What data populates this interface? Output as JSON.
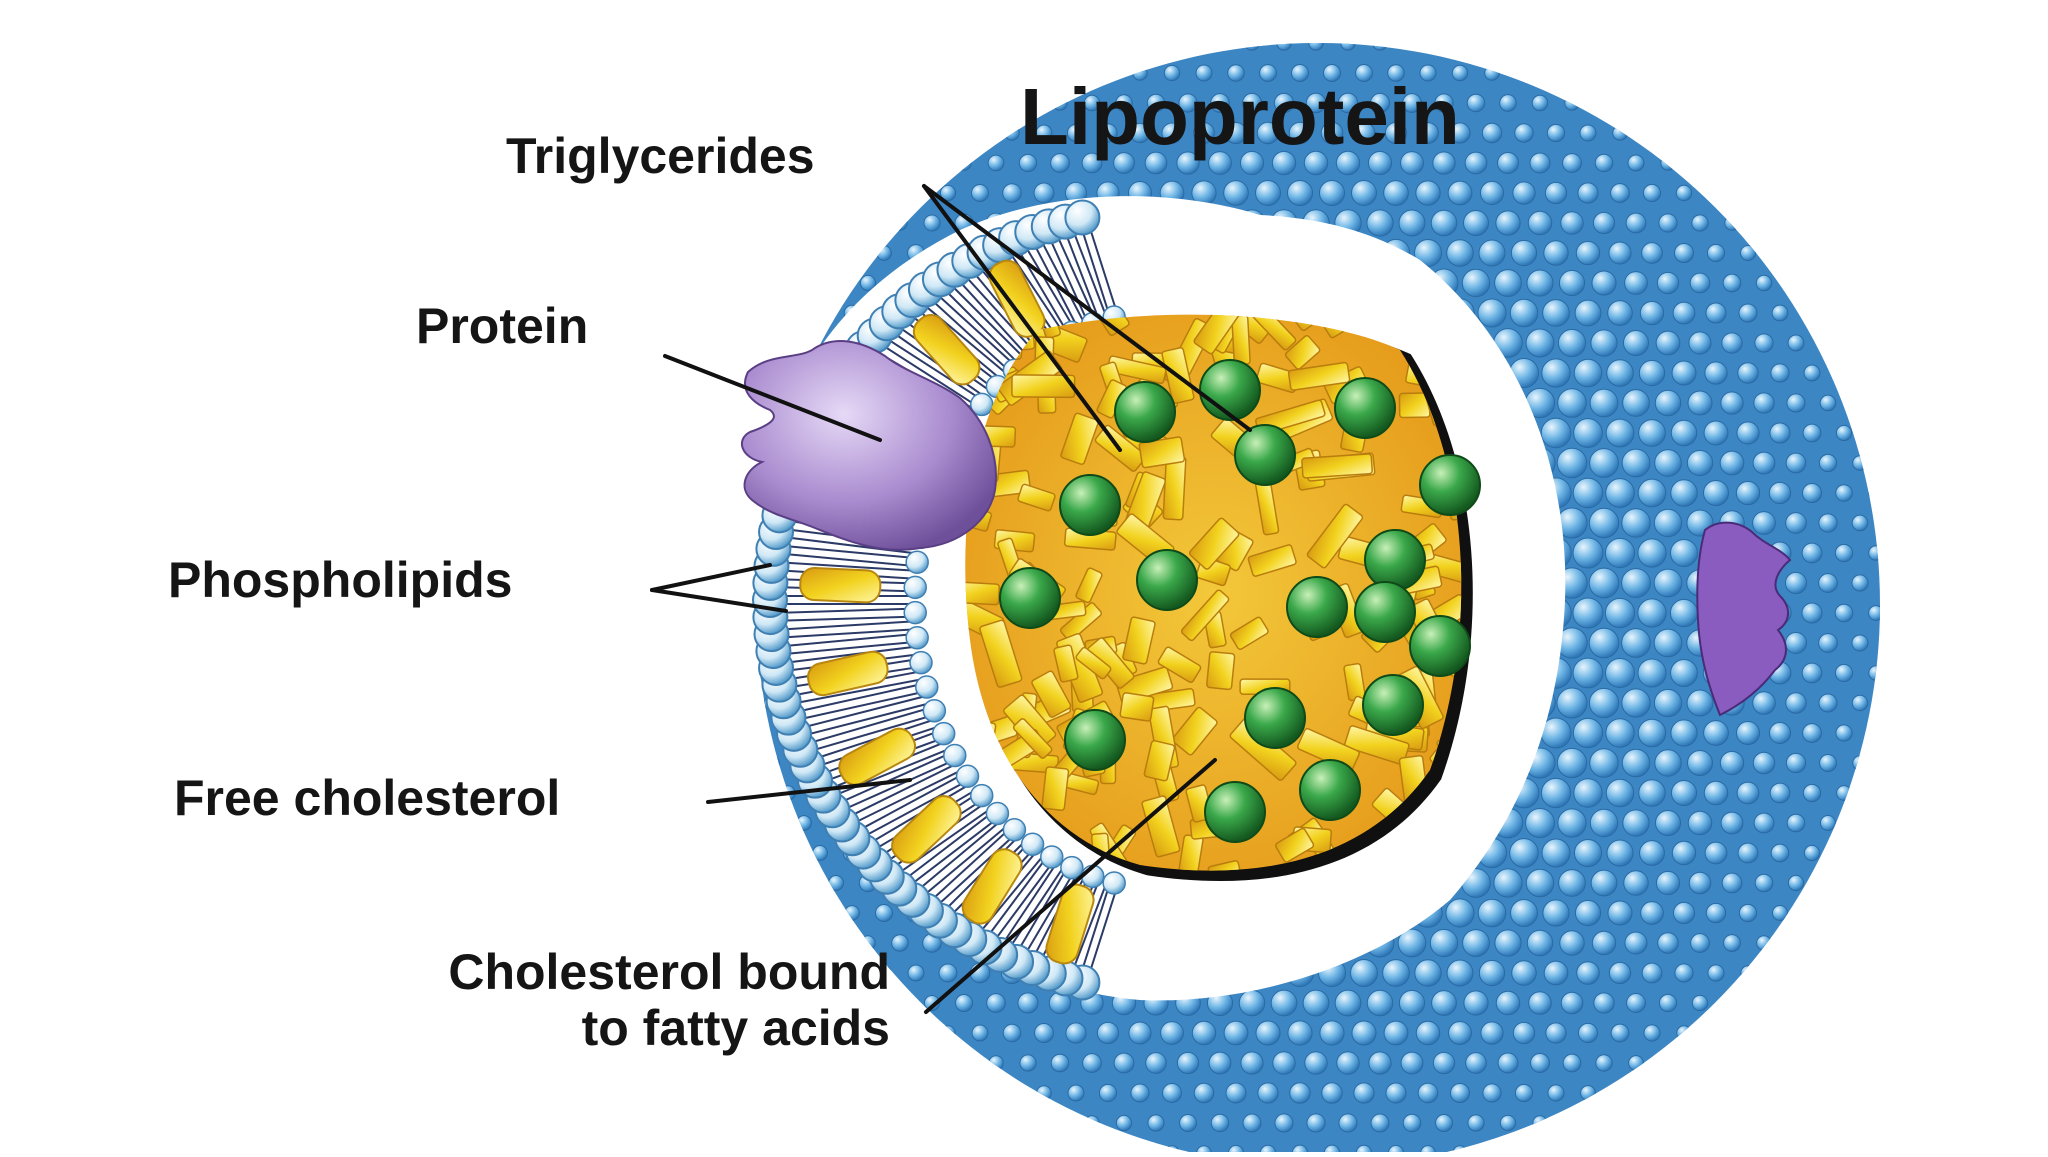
{
  "title": "Lipoprotein",
  "labels": {
    "triglycerides": "Triglycerides",
    "protein": "Protein",
    "phospholipids": "Phospholipids",
    "free_cholesterol": "Free cholesterol",
    "bound_line1": "Cholesterol bound",
    "bound_line2": "to fatty acids"
  },
  "colors": {
    "shell_blue": "#5aa6dc",
    "head_light": "#d4ebf7",
    "core_yellow": "#f2d21e",
    "core_orange": "#e9a41c",
    "green_sphere": "#2f9a3c",
    "protein_purple": "#a98bcf",
    "outline": "#111111"
  }
}
